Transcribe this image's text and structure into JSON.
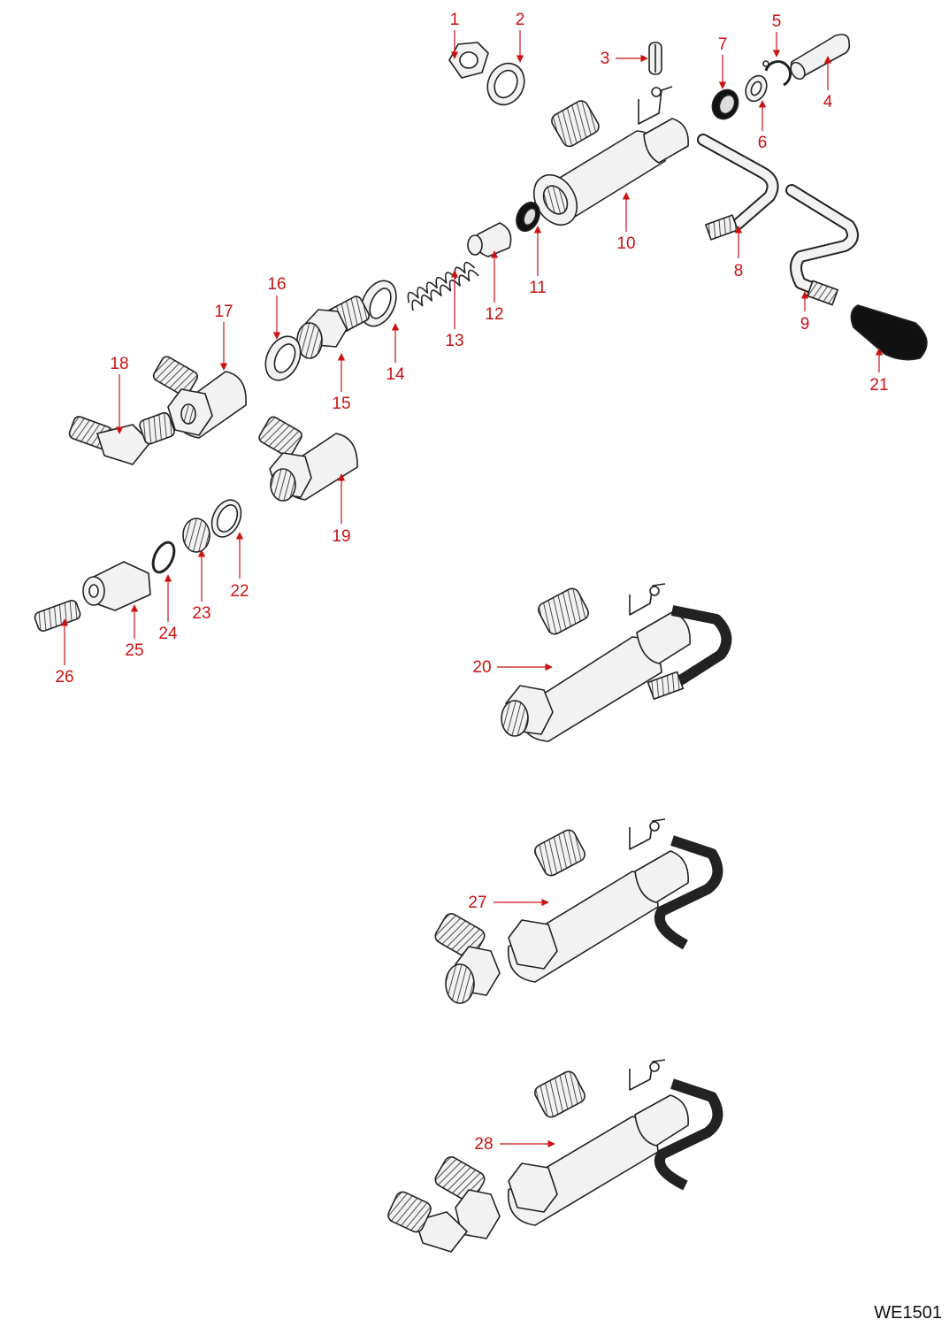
{
  "colors": {
    "callout": "#cc1111",
    "line": "#222222",
    "part_fill": "#f2f2f2",
    "rubber": "#111111"
  },
  "callouts": [
    "1",
    "2",
    "3",
    "4",
    "5",
    "6",
    "7",
    "8",
    "9",
    "10",
    "11",
    "12",
    "13",
    "14",
    "15",
    "16",
    "17",
    "18",
    "19",
    "20",
    "21",
    "22",
    "23",
    "24",
    "25",
    "26",
    "27",
    "28"
  ],
  "drawing_id": "WE1501"
}
